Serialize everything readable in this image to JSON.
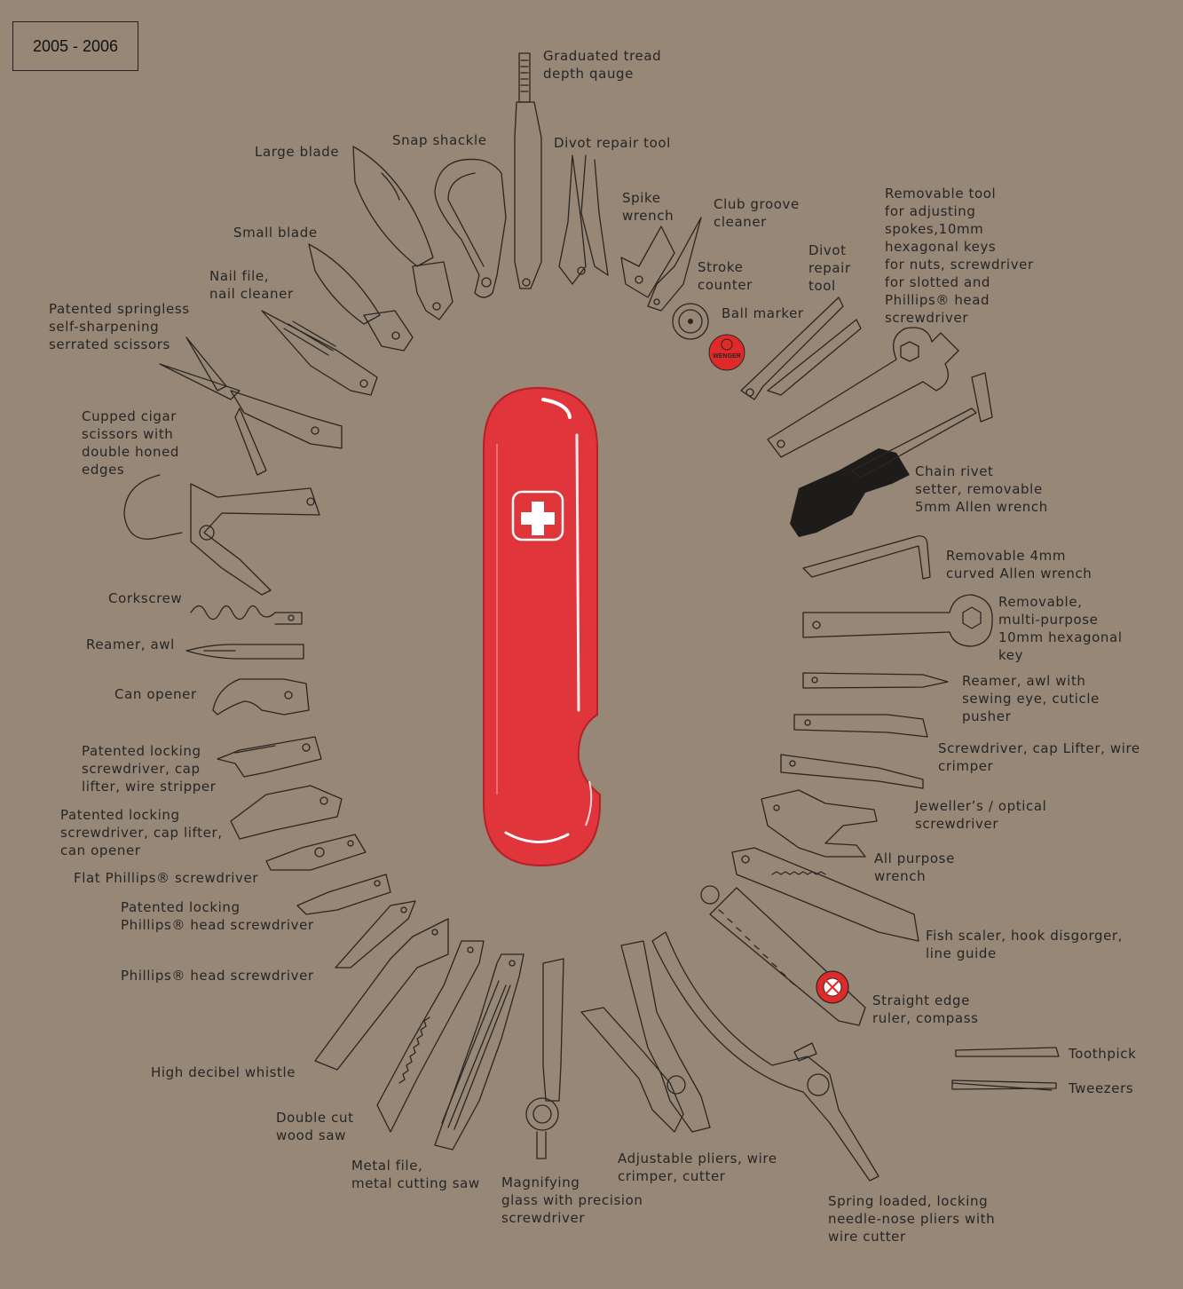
{
  "year_range": "2005 - 2006",
  "colors": {
    "background": "#968776",
    "knife_red": "#e0353b",
    "line": "#2a2622",
    "logo_red": "#e02a2a"
  },
  "brand_logo": "WENGER",
  "labels": {
    "tread_gauge": "Graduated tread\ndepth qauge",
    "snap_shackle": "Snap shackle",
    "divot_repair_top": "Divot repair tool",
    "large_blade": "Large blade",
    "spike_wrench": "Spike\nwrench",
    "club_groove": "Club groove\ncleaner",
    "removable_tool": "Removable tool\nfor adjusting\nspokes,10mm\nhexagonal keys\nfor nuts, screwdriver\nfor slotted and\nPhillips® head\nscrewdriver",
    "divot_repair_right": "Divot\nrepair\ntool",
    "small_blade": "Small blade",
    "stroke_counter": "Stroke\ncounter",
    "nail_file": "Nail file,\nnail cleaner",
    "ball_marker": "Ball marker",
    "scissors": "Patented springless\nself-sharpening\nserrated scissors",
    "cigar_scissors": "Cupped cigar\nscissors with\ndouble honed\nedges",
    "chain_rivet": "Chain rivet\nsetter, removable\n5mm Allen wrench",
    "allen_4mm": "Removable 4mm\ncurved Allen wrench",
    "corkscrew": "Corkscrew",
    "hex_key": "Removable,\nmulti-purpose\n10mm hexagonal\nkey",
    "reamer_awl": "Reamer, awl",
    "reamer_sewing": "Reamer, awl with\nsewing eye, cuticle\npusher",
    "can_opener": "Can opener",
    "screwdriver_cap": "Screwdriver, cap Lifter, wire\ncrimper",
    "locking_screwdriver_wire": "Patented locking\nscrewdriver, cap\nlifter, wire stripper",
    "jeweller": "Jeweller’s / optical\nscrewdriver",
    "locking_screwdriver_can": "Patented locking\nscrewdriver, cap lifter,\ncan opener",
    "all_purpose_wrench": "All purpose\nwrench",
    "flat_phillips": "Flat Phillips® screwdriver",
    "locking_phillips": "Patented locking\nPhillips® head screwdriver",
    "fish_scaler": "Fish scaler, hook disgorger,\nline guide",
    "phillips": "Phillips® head screwdriver",
    "ruler": "Straight edge\nruler, compass",
    "toothpick": "Toothpick",
    "whistle": "High decibel whistle",
    "tweezers": "Tweezers",
    "saw": "Double cut\nwood saw",
    "metal_file": "Metal file,\nmetal cutting saw",
    "pliers": "Adjustable pliers, wire\ncrimper, cutter",
    "magnifier": "Magnifying\nglass with precision\nscrewdriver",
    "needle_pliers": "Spring loaded, locking\nneedle-nose pliers with\nwire cutter"
  }
}
